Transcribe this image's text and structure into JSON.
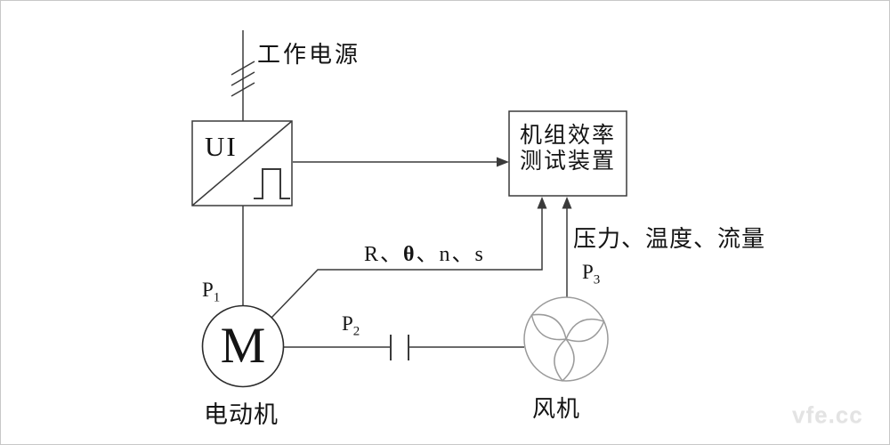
{
  "colors": {
    "line": "#3a3a3a",
    "motor_stroke": "#2b2b2b",
    "fan_stroke": "#9a9a9a",
    "text": "#141414",
    "watermark": "#e3e3e3",
    "background": "#ffffff",
    "frame_border": "#c8c8c8"
  },
  "labels": {
    "power": "工作电源",
    "converter": "UI",
    "test_device_line1": "机组效率",
    "test_device_line2": "测试装置",
    "motor_signals": {
      "prefix": "R、",
      "theta": "θ",
      "suffix": "、n、s"
    },
    "fan_signals": "压力、温度、流量",
    "p1": {
      "base": "P",
      "sub": "1"
    },
    "p2": {
      "base": "P",
      "sub": "2"
    },
    "p3": {
      "base": "P",
      "sub": "3"
    },
    "motor_symbol": "M",
    "motor_caption": "电动机",
    "fan_caption": "风机"
  },
  "watermark": "vfe.cc"
}
